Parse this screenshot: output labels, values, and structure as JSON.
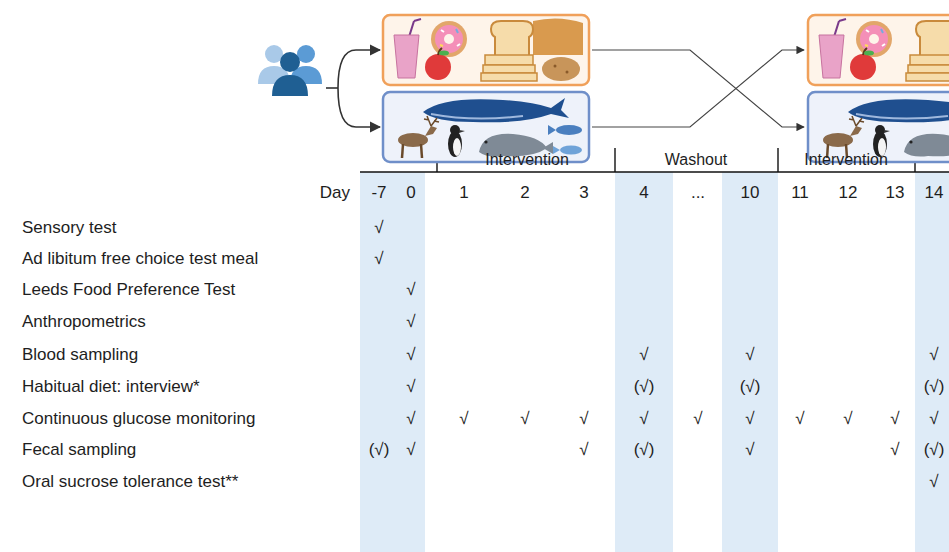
{
  "diagram": {
    "labels": [
      "Intervention",
      "Washout",
      "Intervention",
      "Day",
      "-7",
      "0",
      "1",
      "2",
      "3",
      "4",
      "...",
      "10",
      "11",
      "12",
      "13",
      "14",
      "Sensory test",
      "√",
      "Ad libitum free choice test meal",
      "√",
      "Leeds Food Preference Test",
      "√",
      "Anthropometrics",
      "√",
      "Blood sampling",
      "√",
      "√",
      "√",
      "√",
      "Habitual diet: interview*",
      "√",
      "(√)",
      "(√)",
      "(√)",
      "Continuous glucose monitoring",
      "√",
      "√",
      "√",
      "√",
      "√",
      "√",
      "√",
      "√",
      "√",
      "√",
      "√",
      "Fecal sampling",
      "(√)",
      "√",
      "√",
      "(√)",
      "√",
      "√",
      "(√)",
      "Oral sucrose tolerance test**",
      "√"
    ]
  }
}
